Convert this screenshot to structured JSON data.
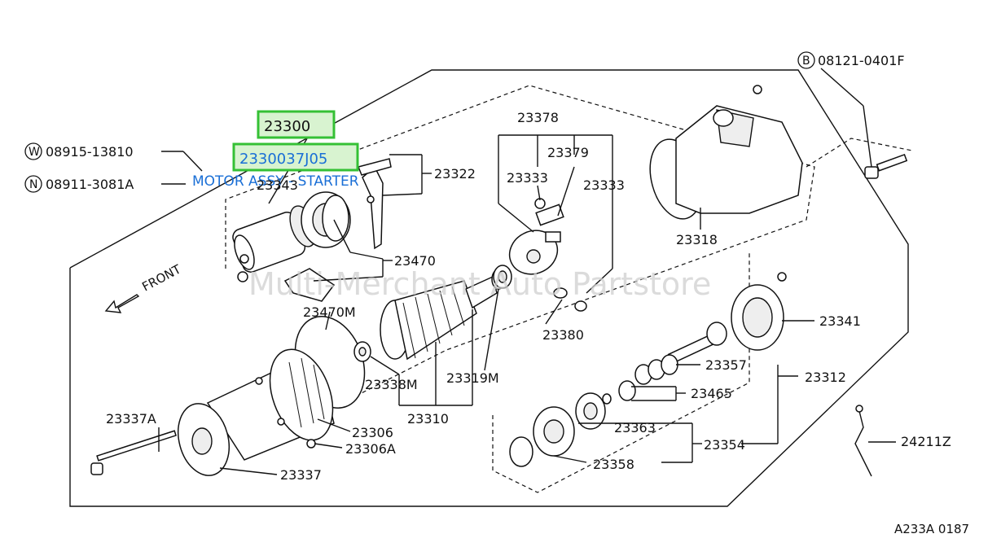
{
  "diagram": {
    "highlight": {
      "assembly_number": "23300",
      "part_number": "2330037J05",
      "description": "MOTOR ASSY - STARTER"
    },
    "watermark": "Multi-Merchant Auto Partstore",
    "figure_code": "A233A 0187",
    "front_label": "FRONT",
    "callouts": [
      {
        "id": "bolt-b",
        "prefix": "B",
        "text": "08121-0401F"
      },
      {
        "id": "washer-w",
        "prefix": "W",
        "text": "08915-13810"
      },
      {
        "id": "nut-n",
        "prefix": "N",
        "text": "08911-3081A"
      },
      {
        "id": "c23343",
        "text": "23343"
      },
      {
        "id": "c23322",
        "text": "23322"
      },
      {
        "id": "c23378",
        "text": "23378"
      },
      {
        "id": "c23379",
        "text": "23379"
      },
      {
        "id": "c23333a",
        "text": "23333"
      },
      {
        "id": "c23333b",
        "text": "23333"
      },
      {
        "id": "c23318",
        "text": "23318"
      },
      {
        "id": "c23470",
        "text": "23470"
      },
      {
        "id": "c23470m",
        "text": "23470M"
      },
      {
        "id": "c23380",
        "text": "23380"
      },
      {
        "id": "c23341",
        "text": "23341"
      },
      {
        "id": "c23357",
        "text": "23357"
      },
      {
        "id": "c23312",
        "text": "23312"
      },
      {
        "id": "c23465",
        "text": "23465"
      },
      {
        "id": "c23338m",
        "text": "23338M"
      },
      {
        "id": "c23319m",
        "text": "23319M"
      },
      {
        "id": "c23310",
        "text": "23310"
      },
      {
        "id": "c23363",
        "text": "23363"
      },
      {
        "id": "c23354",
        "text": "23354"
      },
      {
        "id": "c23358",
        "text": "23358"
      },
      {
        "id": "c24211z",
        "text": "24211Z"
      },
      {
        "id": "c23337a",
        "text": "23337A"
      },
      {
        "id": "c23306",
        "text": "23306"
      },
      {
        "id": "c23306a",
        "text": "23306A"
      },
      {
        "id": "c23337",
        "text": "23337"
      }
    ]
  }
}
